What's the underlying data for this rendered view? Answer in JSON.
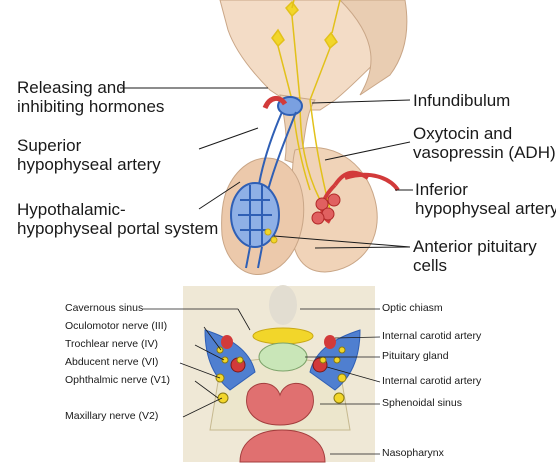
{
  "top_diagram": {
    "labels": {
      "releasing_line1": "Releasing and",
      "releasing_line2": "inhibiting hormones",
      "superior_line1": "Superior",
      "superior_line2": "hypophyseal artery",
      "portal_line1": "Hypothalamic-",
      "portal_line2": "hypophyseal portal system",
      "infundibulum": "Infundibulum",
      "oxytocin_line1": "Oxytocin and",
      "oxytocin_line2": "vasopressin (ADH)",
      "inferior_line1": "Inferior",
      "inferior_line2": "hypophyseal artery",
      "anterior_line1": "Anterior pituitary",
      "anterior_line2": "cells"
    }
  },
  "bottom_diagram": {
    "labels": {
      "cavernous_sinus": "Cavernous sinus",
      "oculomotor": "Oculomotor nerve (III)",
      "trochlear": "Trochlear nerve (IV)",
      "abducent": "Abducent nerve (VI)",
      "ophthalmic": "Ophthalmic nerve (V1)",
      "maxillary": "Maxillary nerve (V2)",
      "optic_chiasm": "Optic chiasm",
      "internal_carotid_1": "Internal carotid artery",
      "pituitary_gland": "Pituitary gland",
      "internal_carotid_2": "Internal carotid artery",
      "sphenoidal_sinus": "Sphenoidal sinus",
      "nasopharynx": "Nasopharynx"
    }
  },
  "colors": {
    "tissue": "#f3dcc6",
    "tissue_shade": "#e6c6a8",
    "portal_vessel": "#2f5fb5",
    "artery": "#d23a3a",
    "neuron": "#f2d62a",
    "sinus_blue": "#4f7fd0",
    "gland_green": "#c9e6b8",
    "bone": "#ece6cc",
    "cavity": "#e07070"
  }
}
